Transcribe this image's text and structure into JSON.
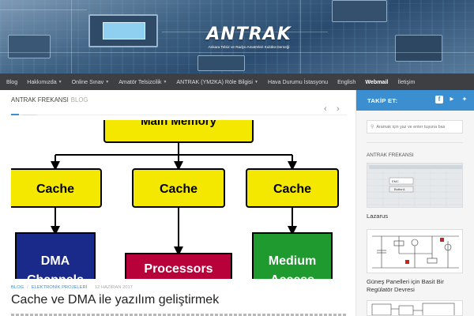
{
  "header": {
    "logo_text": "ANTRAK",
    "logo_subtitle": "Ankara Telsiz ve Radyo Amatörleri Kulübü Derneği"
  },
  "nav": {
    "items": [
      {
        "label": "Blog",
        "caret": false,
        "bold": false
      },
      {
        "label": "Hakkımızda",
        "caret": true,
        "bold": false
      },
      {
        "label": "Online Sınav",
        "caret": true,
        "bold": false
      },
      {
        "label": "Amatör Telsizcilik",
        "caret": true,
        "bold": false
      },
      {
        "label": "ANTRAK (YM2KA) Röle Bilgisi",
        "caret": true,
        "bold": false
      },
      {
        "label": "Hava Durumu İstasyonu",
        "caret": false,
        "bold": false
      },
      {
        "label": "English",
        "caret": false,
        "bold": false
      },
      {
        "label": "Webmail",
        "caret": false,
        "bold": true
      },
      {
        "label": "İletişim",
        "caret": false,
        "bold": false
      }
    ]
  },
  "section": {
    "title": "ANTRAK FREKANSI",
    "tag": "BLOG"
  },
  "featured_diagram": {
    "top": "Main Memory",
    "caches": [
      "Cache",
      "Cache",
      "Cache"
    ],
    "bottom": [
      "DMA Channels",
      "Processors",
      "Medium Access"
    ],
    "colors": {
      "yellow": "#f5e800",
      "blue": "#1a2a8a",
      "red": "#b8003a",
      "green": "#1f9a2e"
    }
  },
  "post": {
    "category": "BLOG",
    "category2": "ELEKTRONİK PROJELERİ",
    "date": "12 HAZİRAN 2017",
    "title": "Cache ve DMA ile yazılım geliştirmek"
  },
  "sidebar": {
    "follow_label": "TAKİP ET:",
    "social_icons": [
      "facebook-icon",
      "youtube-icon",
      "twitter-icon"
    ],
    "search_placeholder": "Aramak için yaz ve enter tuşuna bas",
    "widget_heading": "ANTRAK FREKANSI",
    "thumb1_field": "EMC",
    "thumb1_button": "Button1",
    "posts": [
      {
        "title": "Lazarus"
      },
      {
        "title": "Güneş Panelleri için Basit Bir Regülatör Devresi"
      }
    ]
  },
  "accent_color": "#3b8fd1"
}
